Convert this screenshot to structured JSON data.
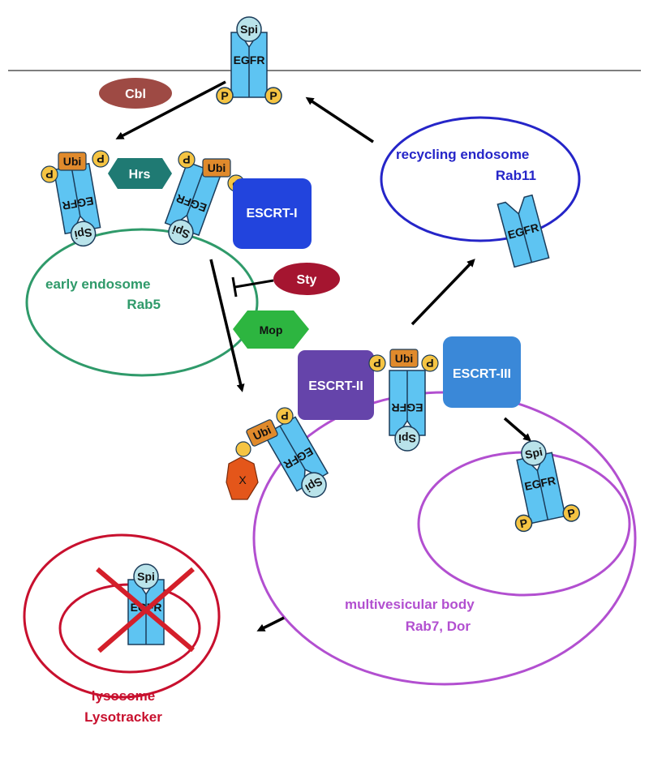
{
  "colors": {
    "egfr": "#5ec4f2",
    "spi": "#b9e3ea",
    "p": "#f5c443",
    "ubi": "#e08a2c",
    "early_endosome": "#2f9a6a",
    "recycling_endosome": "#2525c8",
    "mvb": "#b24fd0",
    "lysosome": "#c8102e",
    "hrs": "#1f7a73",
    "escrt1": "#2244dd",
    "escrt2": "#6544aa",
    "escrt3": "#3a88d8",
    "cbl": "#9e4a44",
    "sty": "#a51530",
    "mop": "#2db540",
    "x": "#e4561a"
  },
  "molecules": {
    "egfr": "EGFR",
    "spi": "Spi",
    "p": "P",
    "ubi": "Ubi",
    "cbl": "Cbl",
    "hrs": "Hrs",
    "escrt1": "ESCRT-I",
    "escrt2": "ESCRT-II",
    "escrt3": "ESCRT-III",
    "sty": "Sty",
    "mop": "Mop",
    "x": "X"
  },
  "compartments": {
    "early_endosome": {
      "name": "early endosome",
      "marker": "Rab5"
    },
    "recycling_endosome": {
      "name": "recycling endosome",
      "marker": "Rab11"
    },
    "mvb": {
      "name": "multivesicular body",
      "marker": "Rab7, Dor"
    },
    "lysosome": {
      "name": "lysosome",
      "marker": "Lysotracker"
    }
  }
}
